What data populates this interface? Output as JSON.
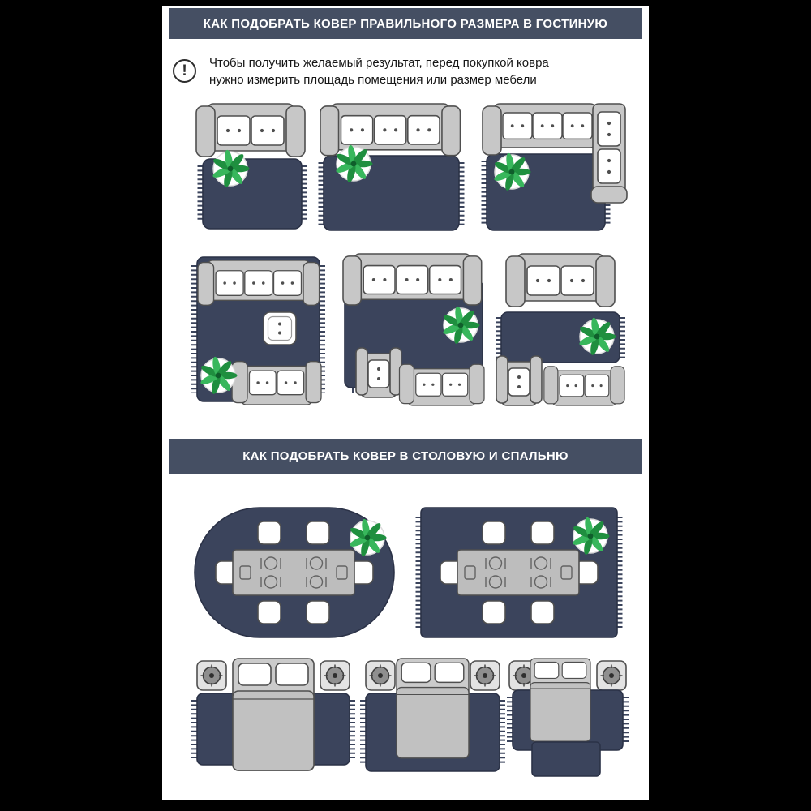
{
  "header_living": {
    "title": "КАК ПОДОБРАТЬ КОВЕР ПРАВИЛЬНОГО РАЗМЕРА В ГОСТИНУЮ"
  },
  "header_dining": {
    "title": "КАК ПОДОБРАТЬ КОВЕР В СТОЛОВУЮ И СПАЛЬНЮ"
  },
  "warning": {
    "icon": "!",
    "text": "Чтобы получить желаемый результат, перед покупкой ковра нужно измерить площадь помещения или размер мебели"
  },
  "colors": {
    "background": "#000000",
    "content_bg": "#ffffff",
    "header_bg": "#454f63",
    "rug": "#3b445c",
    "rug_border": "#2b3247",
    "furniture": "#c7c7c7",
    "furniture_border": "#4f4f4f",
    "plant_dark": "#1f8f3f",
    "plant_light": "#38b75c"
  }
}
